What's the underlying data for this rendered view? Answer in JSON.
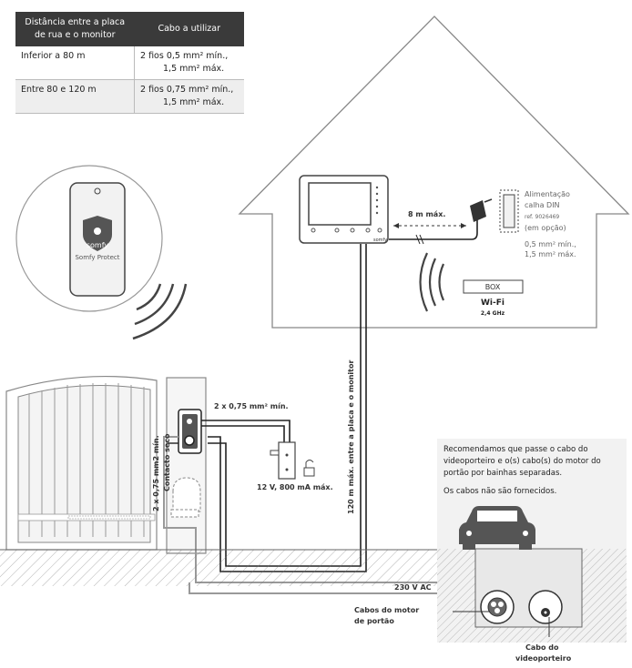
{
  "table": {
    "header": [
      "Distância entre a placa de rua e o monitor",
      "Cabo a utilizar"
    ],
    "rows": [
      {
        "distance": "Inferior a 80 m",
        "cable_line1": "2 fios 0,5 mm² mín.,",
        "cable_line2": "1,5 mm² máx."
      },
      {
        "distance": "Entre 80 e 120 m",
        "cable_line1": "2 fios 0,75 mm² mín.,",
        "cable_line2": "1,5 mm² máx."
      }
    ]
  },
  "phone": {
    "brand": "somfy",
    "app": "Somfy Protect"
  },
  "house": {
    "monitor_brand": "somfy",
    "distance_label": "8 m máx.",
    "power_label_1": "Alimentação",
    "power_label_2": "calha DIN",
    "power_ref": "ref. 9026469",
    "power_option": "(em opção)",
    "power_cable_1": "0,5 mm² mín.,",
    "power_cable_2": "1,5 mm² máx.",
    "box_label": "BOX",
    "wifi_label": "Wi-Fi",
    "wifi_freq": "2,4 GHz"
  },
  "gate": {
    "cable_to_lock": "2 x 0,75 mm² mín.",
    "lock_power": "12 V, 800 mA máx.",
    "vertical_cable": "2 x 0,75 mm2 mín.",
    "dry_contact": "Contacto seco",
    "long_cable": "120 m máx. entre a placa e o monitor",
    "mains": "230 V AC"
  },
  "underground": {
    "recommendation_1": "Recomendamos que passe o cabo do",
    "recommendation_2": "videoporteiro e o(s) cabo(s) do motor do",
    "recommendation_3": "portão por bainhas separadas.",
    "not_supplied": "Os cabos não são fornecidos.",
    "motor_cables_1": "Cabos do motor",
    "motor_cables_2": "de portão",
    "video_cable_1": "Cabo do",
    "video_cable_2": "videoporteiro"
  },
  "colors": {
    "dark": "#3a3a3a",
    "line": "#777777",
    "light_fill": "#eeeeee"
  }
}
